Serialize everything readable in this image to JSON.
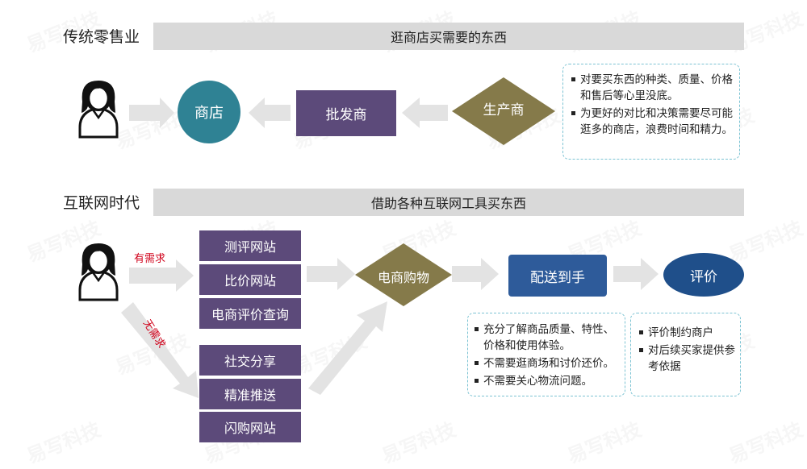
{
  "traditional": {
    "title": "传统零售业",
    "banner": "逛商店买需要的东西",
    "store": "商店",
    "wholesaler": "批发商",
    "producer": "生产商",
    "notes": [
      "对要买东西的种类、质量、价格和售后等心里没底。",
      "为更好的对比和决策需要尽可能逛多的商店，浪费时间和精力。"
    ]
  },
  "internet": {
    "title": "互联网时代",
    "banner": "借助各种互联网工具买东西",
    "with_need_label": "有需求",
    "without_need_label": "无需求",
    "need_sites": [
      "测评网站",
      "比价网站",
      "电商评价查询"
    ],
    "no_need_sites": [
      "社交分享",
      "精准推送",
      "闪购网站"
    ],
    "ecommerce": "电商购物",
    "delivery": "配送到手",
    "review": "评价",
    "notes_left": [
      "充分了解商品质量、特性、价格和使用体验。",
      "不需要逛商场和讨价还价。",
      "不需要关心物流问题。"
    ],
    "notes_right": [
      "评价制约商户",
      "对后续买家提供参考依据"
    ]
  },
  "watermark": "易写科技",
  "colors": {
    "purple": "#5c4a7a",
    "teal": "#2f8294",
    "olive": "#857a4a",
    "blue": "#2e5b9a",
    "navy": "#1f4f8a",
    "banner": "#d9d9d9",
    "arrow": "#e3e3e3",
    "dashed_border": "#7cc3d3"
  }
}
